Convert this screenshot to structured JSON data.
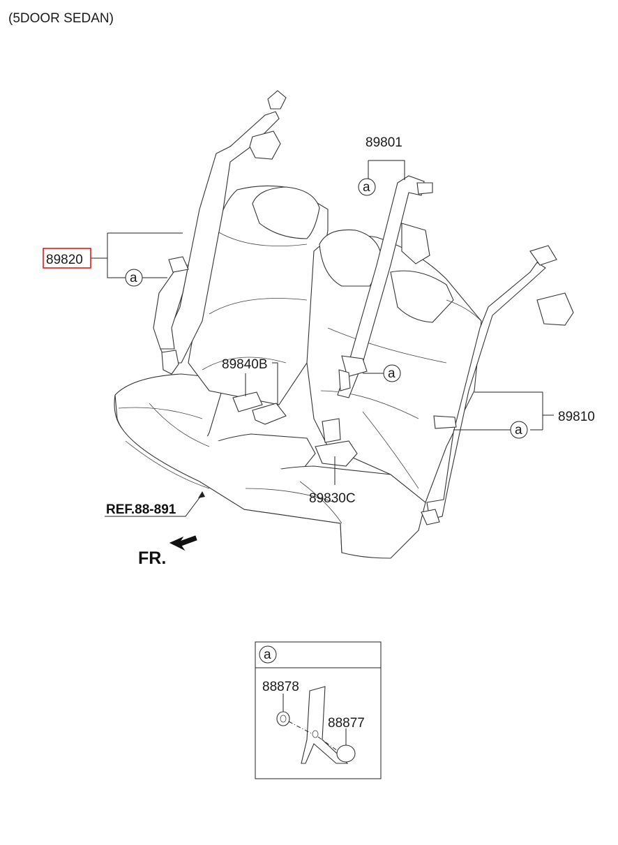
{
  "header": {
    "variant": "(5DOOR SEDAN)"
  },
  "callouts": {
    "p89820": "89820",
    "p89801": "89801",
    "p89840B": "89840B",
    "p89830C": "89830C",
    "p89810": "89810",
    "ref": "REF.88-891",
    "front": "FR.",
    "ref_marker": "a"
  },
  "detail_box": {
    "marker": "a",
    "p88878": "88878",
    "p88877": "88877"
  },
  "colors": {
    "highlight": "#e01b1b",
    "line": "#222222"
  }
}
